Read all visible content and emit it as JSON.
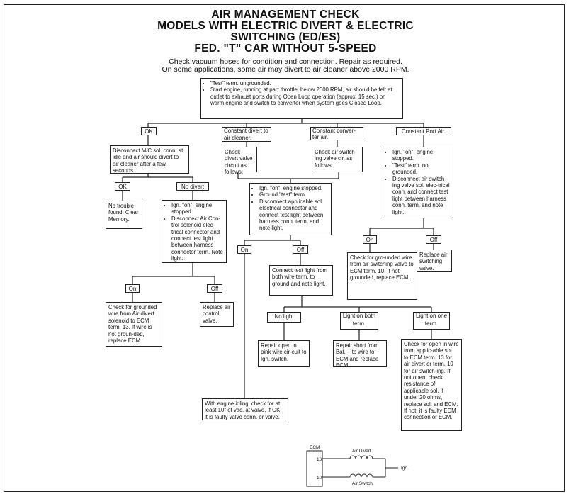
{
  "title": {
    "line1": "AIR MANAGEMENT CHECK",
    "line2": "MODELS WITH ELECTRIC DIVERT & ELECTRIC",
    "line3": "SWITCHING (ED/ES)",
    "line4": "FED. \"T\" CAR WITHOUT 5-SPEED"
  },
  "subtitle": {
    "line1": "Check vacuum hoses for condition and connection. Repair as required.",
    "line2": "On some applications, some air may divert to air cleaner above 2000 RPM."
  },
  "start": {
    "bullet1": "\"Test\" term. ungrounded.",
    "bullet2": "Start engine, running at part throttle, below 2000 RPM, air should be felt at outlet to exhaust ports during Open Loop operation (approx. 15 sec.) on warm engine and switch to converter when system goes Closed Loop."
  },
  "labels": {
    "ok": "OK",
    "constant_divert": "Constant divert to air cleaner.",
    "constant_converter": "Constant conver-ter air.",
    "constant_port": "Constant Port Air.",
    "ok2": "OK",
    "no_divert": "No divert",
    "on_left": "On",
    "off_left": "Off",
    "on_mid": "On",
    "off_mid": "Off",
    "on_right": "On",
    "off_right": "Off",
    "no_light": "No light",
    "light_both": "Light on both term.",
    "light_one": "Light on one term."
  },
  "boxes": {
    "disconnect_mc": "Disconnect M/C sol. conn. at idle and air should divert to air cleaner after a few seconds.",
    "check_divert": "Check divert valve circuit as follows:",
    "check_switching": "Check air switch-ing valve cir. as follows:",
    "port_air": {
      "b1": "Ign. \"on\", engine stopped.",
      "b2": "\"Test\" term. not grounded.",
      "b3": "Disconnect air switch-ing valve sol. elec-trical conn. and connect test light between harness conn. term. and note light."
    },
    "no_trouble": "No trouble found. Clear Memory.",
    "ign_on_left": {
      "b1": "Ign. \"on\", engine stopped.",
      "b2": "Disconnect Air Con-trol solenoid elec-trical connector and connect test light between harness connector term. Note light."
    },
    "ign_on_mid": {
      "b1": "Ign. \"on\", engine stopped.",
      "b2": "Ground \"test\" term.",
      "b3": "Disconnect applicable sol. electrical connector and connect test light between harness conn. term. and note light."
    },
    "check_grounded_right": "Check for gro-unded wire from air switching valve to ECM term. 10. If not grounded, replace ECM.",
    "replace_switching": "Replace air switching valve.",
    "connect_test_light": "Connect test light from both wire term. to ground and note light.",
    "check_grounded_left": "Check for grounded wire from Air divert solenoid to ECM term. 13. If wire is not groun-ded, replace ECM.",
    "replace_control": "Replace air control valve.",
    "repair_open": "Repair open in pink wire cir-cuit to Ign. switch.",
    "repair_short": "Repair short from Bat. + to wire to ECM and replace ECM.",
    "check_open": "Check for open in wire from applic-able sol. to ECM term. 13 for air divert or term. 10 for air switch-ing. If not open, check resistance of applicable sol. If under 20 ohms, replace sol. and ECM. If not, it is faulty ECM connection or ECM.",
    "engine_idling": "With engine idling, check for at least 10\" of vac. at valve. If OK, it is faulty valve conn. or valve."
  },
  "schematic": {
    "ecm": "ECM",
    "term13": "13",
    "term10": "10",
    "air_divert": "Air Divert",
    "air_switch": "Air Switch",
    "ign": "Ign."
  }
}
